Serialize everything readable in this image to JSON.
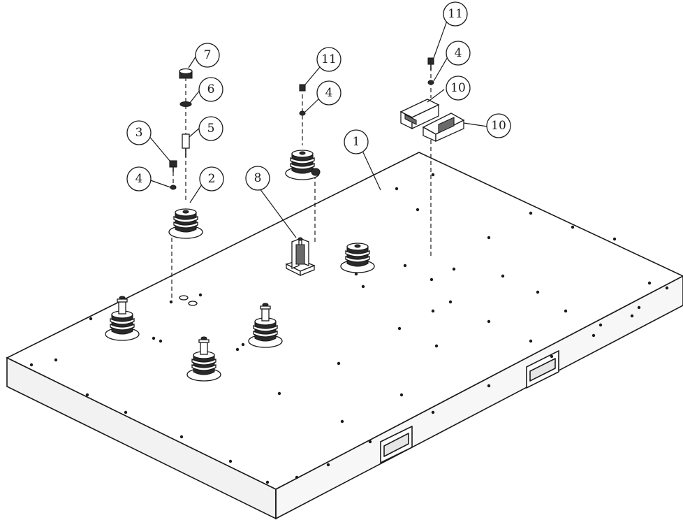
{
  "diagram": {
    "balloons": [
      {
        "id": "b1",
        "label": "1"
      },
      {
        "id": "b2",
        "label": "2"
      },
      {
        "id": "b3",
        "label": "3"
      },
      {
        "id": "b4a",
        "label": "4"
      },
      {
        "id": "b4b",
        "label": "4"
      },
      {
        "id": "b4c",
        "label": "4"
      },
      {
        "id": "b5",
        "label": "5"
      },
      {
        "id": "b6",
        "label": "6"
      },
      {
        "id": "b7",
        "label": "7"
      },
      {
        "id": "b8",
        "label": "8"
      },
      {
        "id": "b10a",
        "label": "10"
      },
      {
        "id": "b10b",
        "label": "10"
      },
      {
        "id": "b11a",
        "label": "11"
      },
      {
        "id": "b11b",
        "label": "11"
      }
    ]
  }
}
